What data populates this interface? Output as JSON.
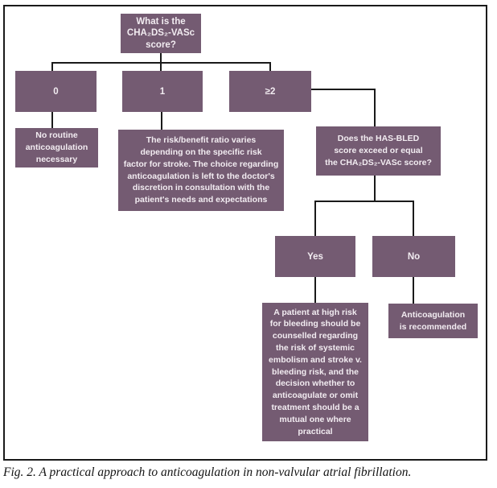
{
  "flowchart": {
    "nodes": {
      "question": {
        "text": "What is the\nCHA₂DS₂-VASc\nscore?"
      },
      "score_0": {
        "label": "0"
      },
      "score_1": {
        "label": "1"
      },
      "score_ge2": {
        "label": "≥2"
      },
      "no_routine": {
        "text": "No routine\nanticoagulation\nnecessary"
      },
      "risk_benefit": {
        "text": "The risk/benefit ratio varies\ndepending on the specific risk\nfactor for stroke. The choice regarding\nanticoagulation is left to the doctor's\ndiscretion in consultation with the\npatient's needs and expectations"
      },
      "has_bled": {
        "text": "Does the HAS-BLED\nscore exceed or equal\nthe CHA₂DS₂-VASc score?"
      },
      "yes": {
        "label": "Yes"
      },
      "no": {
        "label": "No"
      },
      "high_risk": {
        "text": "A patient at high risk\nfor bleeding should be\ncounselled regarding\nthe risk of systemic\nembolism and stroke v.\nbleeding risk, and the\ndecision whether to\nanticoagulate or omit\ntreatment should be a\nmutual one where\npractical"
      },
      "anticoag_recommended": {
        "text": "Anticoagulation\nis recommended"
      }
    },
    "colors": {
      "node_fill": "#745b72",
      "node_text": "#f2ecf1",
      "line": "#1a1a1a"
    }
  },
  "caption": "Fig. 2. A practical approach to anticoagulation in non-valvular atrial fibrillation."
}
